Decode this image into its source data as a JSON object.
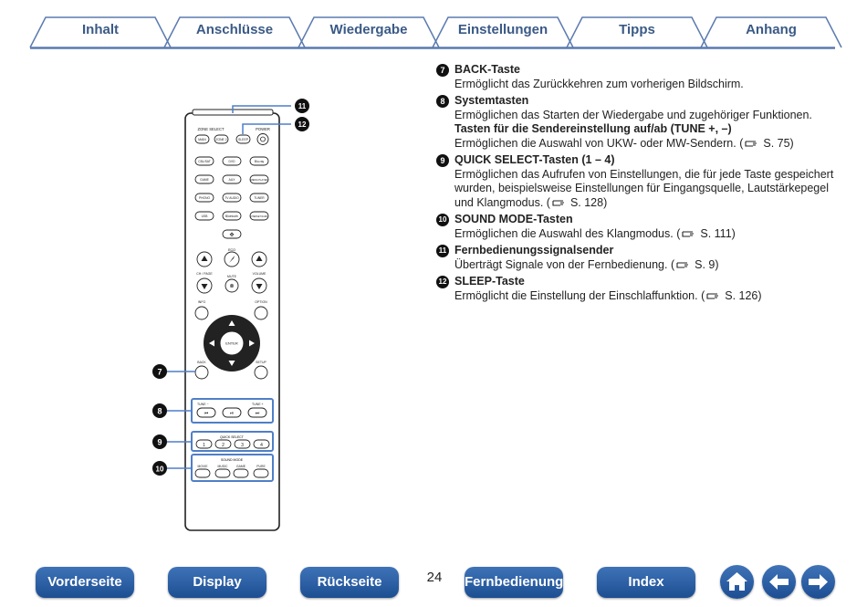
{
  "tabs": [
    "Inhalt",
    "Anschlüsse",
    "Wiedergabe",
    "Einstellungen",
    "Tipps",
    "Anhang"
  ],
  "remote": {
    "callouts": [
      "7",
      "8",
      "9",
      "10",
      "11",
      "12"
    ],
    "labels": {
      "zone_select": "ZONE SELECT",
      "power": "POWER",
      "main": "MAIN",
      "zone2": "ZONE 2",
      "sleep": "SLEEP",
      "cbl_sat": "CBL/SAT",
      "dvd": "DVD",
      "bluray": "Blu-ray",
      "game": "GAME",
      "aux": "AUX",
      "media_player": "MEDIA PLAYER",
      "phono": "PHONO",
      "tv_audio": "TV AUDIO",
      "tuner": "TUNER",
      "usb": "USB",
      "bluetooth": "Bluetooth",
      "internet_radio": "INTERNET RADIO",
      "eco": "ECO",
      "ch_page": "CH / PAGE",
      "mute": "MUTE",
      "volume": "VOLUME",
      "info": "INFO",
      "option": "OPTION",
      "enter": "ENTER",
      "back": "BACK",
      "setup": "SETUP",
      "tune_minus": "TUNE −",
      "tune_plus": "TUNE +",
      "quick_select": "QUICK SELECT",
      "qs": [
        "1",
        "2",
        "3",
        "4"
      ],
      "sound_mode": "SOUND MODE",
      "modes": [
        "MOVIE",
        "MUSIC",
        "GAME",
        "PURE"
      ]
    }
  },
  "items": [
    {
      "num": "7",
      "title": "BACK-Taste",
      "text": "Ermöglicht das Zurückkehren zum vorherigen Bildschirm."
    },
    {
      "num": "8",
      "title": "Systemtasten",
      "text": "Ermöglichen das Starten der Wiedergabe und zugehöriger Funktionen.",
      "sub_title": "Tasten für die Sendereinstellung auf/ab (TUNE +, –)",
      "sub_text": "Ermöglichen die Auswahl von UKW- oder MW-Sendern.",
      "sub_ref": "S. 75"
    },
    {
      "num": "9",
      "title": "QUICK SELECT-Tasten (1 – 4)",
      "text": "Ermöglichen das Aufrufen von Einstellungen, die für jede Taste gespeichert wurden, beispielsweise Einstellungen für Eingangsquelle, Lautstärkepegel und Klangmodus.",
      "ref": "S. 128"
    },
    {
      "num": "10",
      "title": "SOUND MODE-Tasten",
      "text": "Ermöglichen die Auswahl des Klangmodus.",
      "ref": "S. 111"
    },
    {
      "num": "11",
      "title": "Fernbedienungssignalsender",
      "text": "Überträgt Signale von der Fernbedienung.",
      "ref": "S. 9"
    },
    {
      "num": "12",
      "title": "SLEEP-Taste",
      "text": "Ermöglicht die Einstellung der Einschlaffunktion.",
      "ref": "S. 126"
    }
  ],
  "bottom_nav": {
    "front": "Vorderseite",
    "display": "Display",
    "rear": "Rückseite",
    "remote": "Fernbedienung",
    "index": "Index",
    "page": "24"
  },
  "icons": {
    "home": "home-icon",
    "back": "arrow-left-icon",
    "forward": "arrow-right-icon",
    "reference": "pointing-hand-icon"
  },
  "colors": {
    "tab_text": "#3a5a86",
    "tab_outline": "#5b7ab0",
    "button_blue": "#1d4e92",
    "highlight": "#4f7fc8"
  }
}
